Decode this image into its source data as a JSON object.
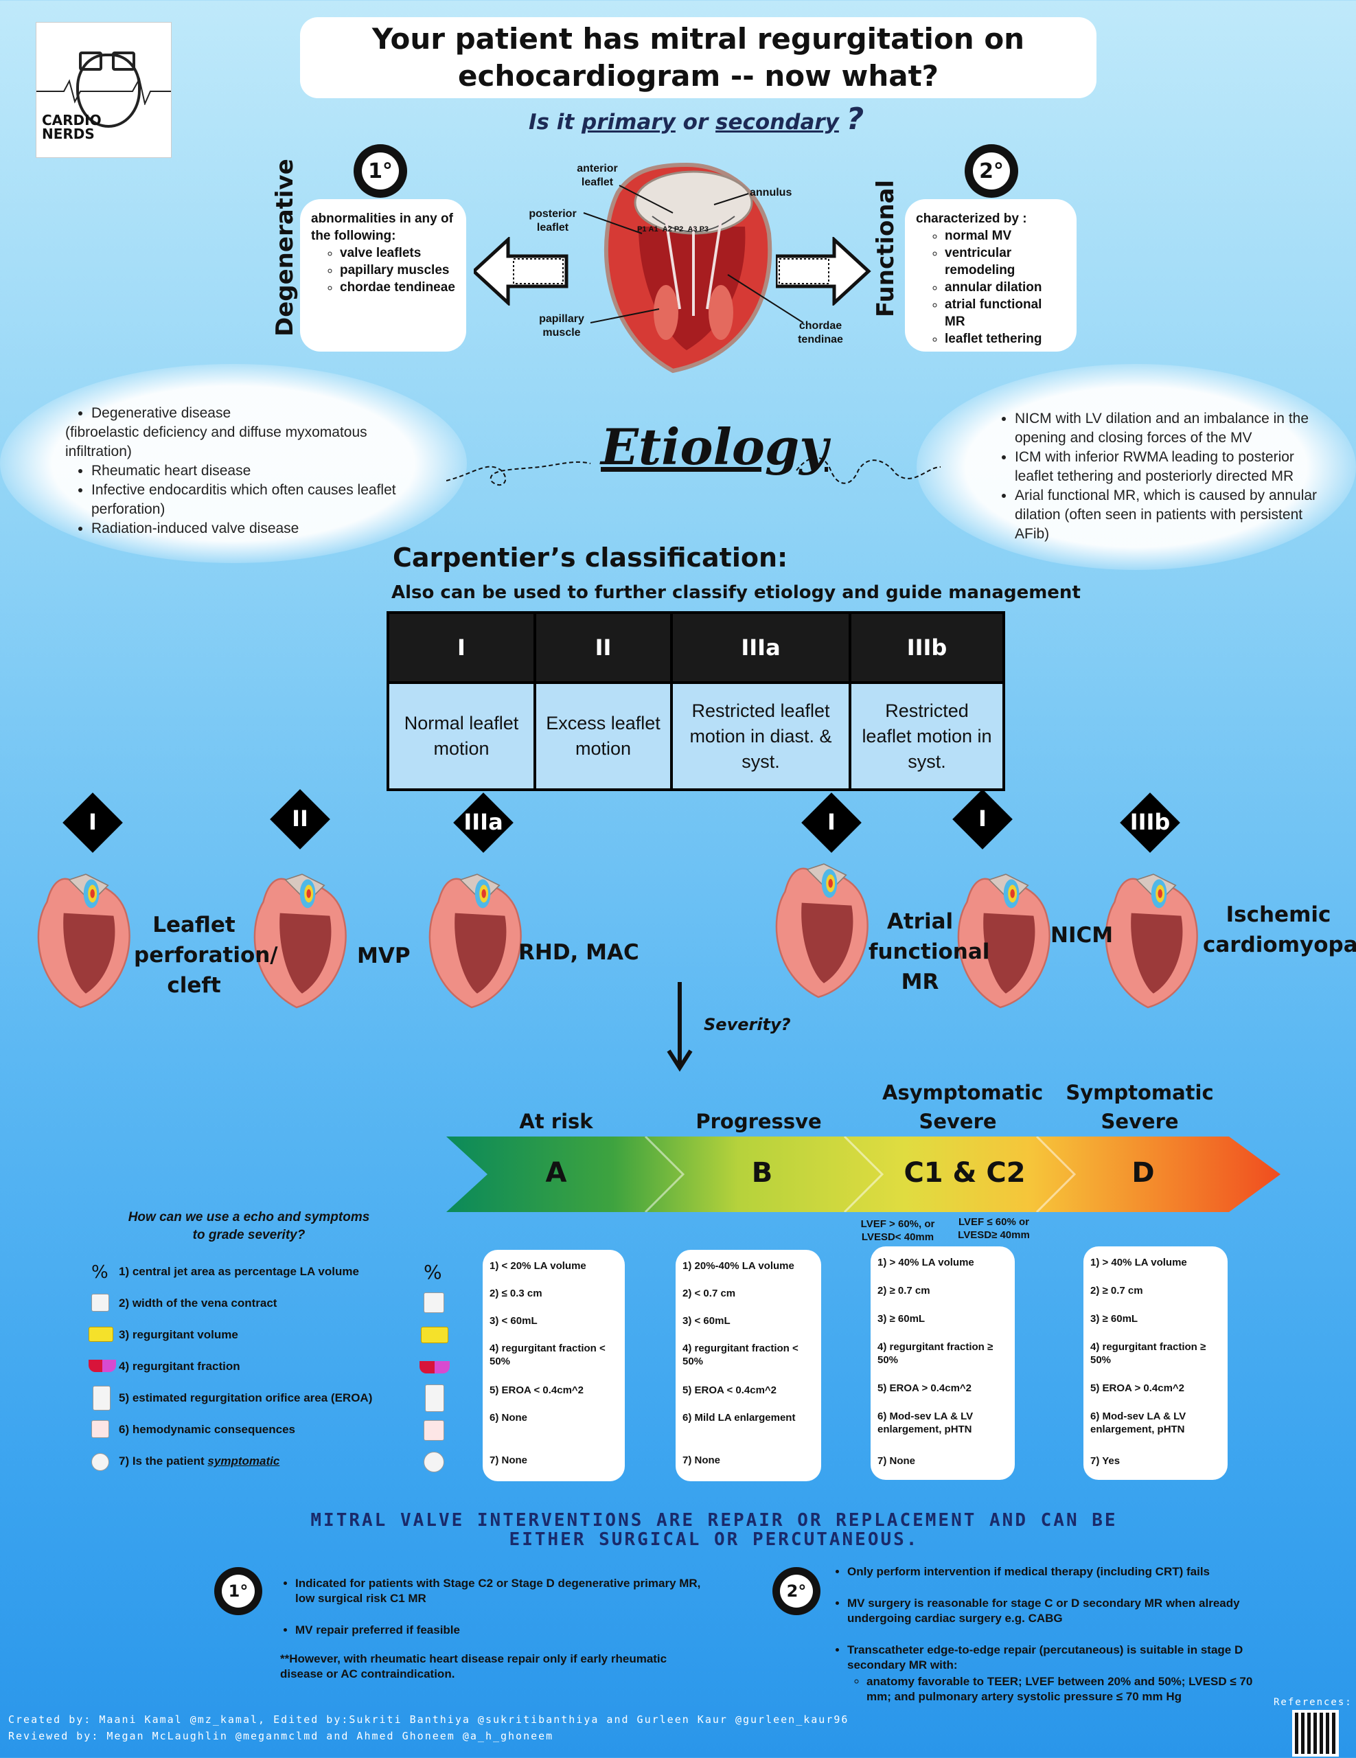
{
  "logo": {
    "line1": "CARDIO",
    "line2": "NERDS"
  },
  "title": "Your patient has mitral regurgitation on echocardiogram -- now what?",
  "subquestion": {
    "prefix": "Is it",
    "primary": "primary",
    "or": "or",
    "secondary": "secondary",
    "mark": "?"
  },
  "primary": {
    "badge": "1°",
    "label": "Degenerative",
    "heading": "abnormalities in any of the following:",
    "items": [
      "valve leaflets",
      "papillary muscles",
      "chordae tendineae"
    ]
  },
  "secondary": {
    "badge": "2°",
    "label": "Functional",
    "heading": "characterized by :",
    "items": [
      "normal MV",
      "ventricular remodeling",
      "annular dilation",
      "atrial functional MR",
      "leaflet tethering"
    ]
  },
  "anatomy_labels": {
    "anterior": "anterior leaflet",
    "annulus": "annulus",
    "posterior": "posterior leaflet",
    "papillary": "papillary muscle",
    "chordae": "chordae tendinae",
    "scallops": [
      "P1",
      "A1",
      "A2",
      "P2",
      "A3",
      "P3"
    ]
  },
  "etiology": {
    "title": "Etiology",
    "left": [
      "Degenerative disease",
      "(fibroelastic deficiency and diffuse myxomatous infiltration)",
      "Rheumatic heart disease",
      "Infective endocarditis which often causes leaflet perforation)",
      "Radiation-induced valve disease"
    ],
    "right": [
      "NICM with LV dilation and an imbalance in the opening and closing forces of the MV",
      "ICM with inferior RWMA leading to posterior leaflet tethering and posteriorly directed MR",
      "Arial functional MR, which is caused by annular dilation (often seen in patients with persistent AFib)"
    ]
  },
  "carpentier": {
    "title": "Carpentier’s classification:",
    "subtitle": "Also can be used to further classify etiology and guide management",
    "headers": [
      "I",
      "II",
      "IIIa",
      "IIIb"
    ],
    "cells": [
      "Normal leaflet motion",
      "Excess leaflet motion",
      "Restricted leaflet motion in diast. & syst.",
      "Restricted leaflet motion in syst."
    ]
  },
  "examples": [
    {
      "class": "I",
      "label": "Leaflet perforation/ cleft"
    },
    {
      "class": "II",
      "label": "MVP"
    },
    {
      "class": "IIIa",
      "label": "RHD, MAC"
    },
    {
      "class": "I",
      "label": "Atrial functional MR"
    },
    {
      "class": "I",
      "label": "NICM"
    },
    {
      "class": "IIIb",
      "label": "Ischemic cardiomyopathy"
    }
  ],
  "severity_prompt": "Severity?",
  "stages": [
    {
      "header": "At risk",
      "letter": "A",
      "color": "#10905a"
    },
    {
      "header": "Progressve",
      "letter": "B",
      "color": "#b8d43a"
    },
    {
      "header": "Asymptomatic Severe",
      "letter": "C1 & C2",
      "color": "#f4c430"
    },
    {
      "header": "Symptomatic Severe",
      "letter": "D",
      "color": "#f06a2a"
    }
  ],
  "c_notes": [
    "LVEF > 60%, or LVESD< 40mm",
    "LVEF ≤ 60% or LVESD≥ 40mm"
  ],
  "grading": {
    "question": "How can we use a echo and symptoms to grade severity?",
    "criteria": [
      {
        "icon": "percent-icon",
        "text": "1) central jet area as percentage LA volume"
      },
      {
        "icon": "vena-contracta-icon",
        "text": "2) width of the vena contract"
      },
      {
        "icon": "volume-icon",
        "text": "3) regurgitant volume"
      },
      {
        "icon": "fraction-icon",
        "text": "4) regurgitant fraction"
      },
      {
        "icon": "eroa-icon",
        "text": "5) estimated regurgitation orifice area (EROA)"
      },
      {
        "icon": "heart-icon",
        "text": "6) hemodynamic consequences"
      },
      {
        "icon": "patient-icon",
        "text": "7) Is the patient symptomatic",
        "emph": "symptomatic"
      }
    ],
    "cards": [
      [
        "1) < 20% LA volume",
        "2) ≤ 0.3 cm",
        "3) < 60mL",
        "4) regurgitant fraction < 50%",
        "5) EROA < 0.4cm^2",
        "6) None",
        "7) None"
      ],
      [
        "1) 20%-40% LA volume",
        "2) < 0.7 cm",
        "3) < 60mL",
        "4) regurgitant fraction < 50%",
        "5) EROA < 0.4cm^2",
        "6) Mild LA enlargement",
        "7) None"
      ],
      [
        "1) > 40% LA volume",
        "2) ≥ 0.7 cm",
        "3) ≥ 60mL",
        "4) regurgitant fraction ≥ 50%",
        "5) EROA > 0.4cm^2",
        "6) Mod-sev LA & LV enlargement, pHTN",
        "7) None"
      ],
      [
        "1) > 40% LA volume",
        "2) ≥ 0.7 cm",
        "3) ≥ 60mL",
        "4) regurgitant fraction ≥ 50%",
        "5) EROA > 0.4cm^2",
        "6) Mod-sev LA & LV enlargement, pHTN",
        "7) Yes"
      ]
    ]
  },
  "interventions": {
    "heading": "MITRAL VALVE INTERVENTIONS ARE REPAIR OR REPLACEMENT AND CAN BE EITHER SURGICAL OR PERCUTANEOUS.",
    "primary": {
      "badge": "1°",
      "items": [
        "Indicated for patients with Stage C2 or Stage D degenerative primary MR, low surgical risk C1 MR",
        "MV repair preferred if feasible"
      ],
      "note": "**However, with rheumatic heart disease repair only if early rheumatic disease or AC contraindication."
    },
    "secondary": {
      "badge": "2°",
      "items": [
        "Only perform intervention if medical therapy (including CRT) fails",
        "MV surgery is reasonable for stage C or D secondary MR when already undergoing cardiac surgery e.g. CABG",
        "Transcatheter edge-to-edge repair (percutaneous) is suitable in stage D secondary MR with:"
      ],
      "subitem": "anatomy favorable to TEER; LVEF between 20% and 50%; LVESD ≤ 70 mm; and pulmonary artery systolic pressure ≤ 70 mm Hg"
    }
  },
  "footer": {
    "created": "Created by: Maani Kamal @mz_kamal, Edited by:Sukriti Banthiya @sukritibanthiya and Gurleen Kaur @gurleen_kaur96",
    "reviewed": "Reviewed by: Megan McLaughlin @meganmclmd and Ahmed Ghoneem @a_h_ghoneem",
    "references": "References:"
  }
}
